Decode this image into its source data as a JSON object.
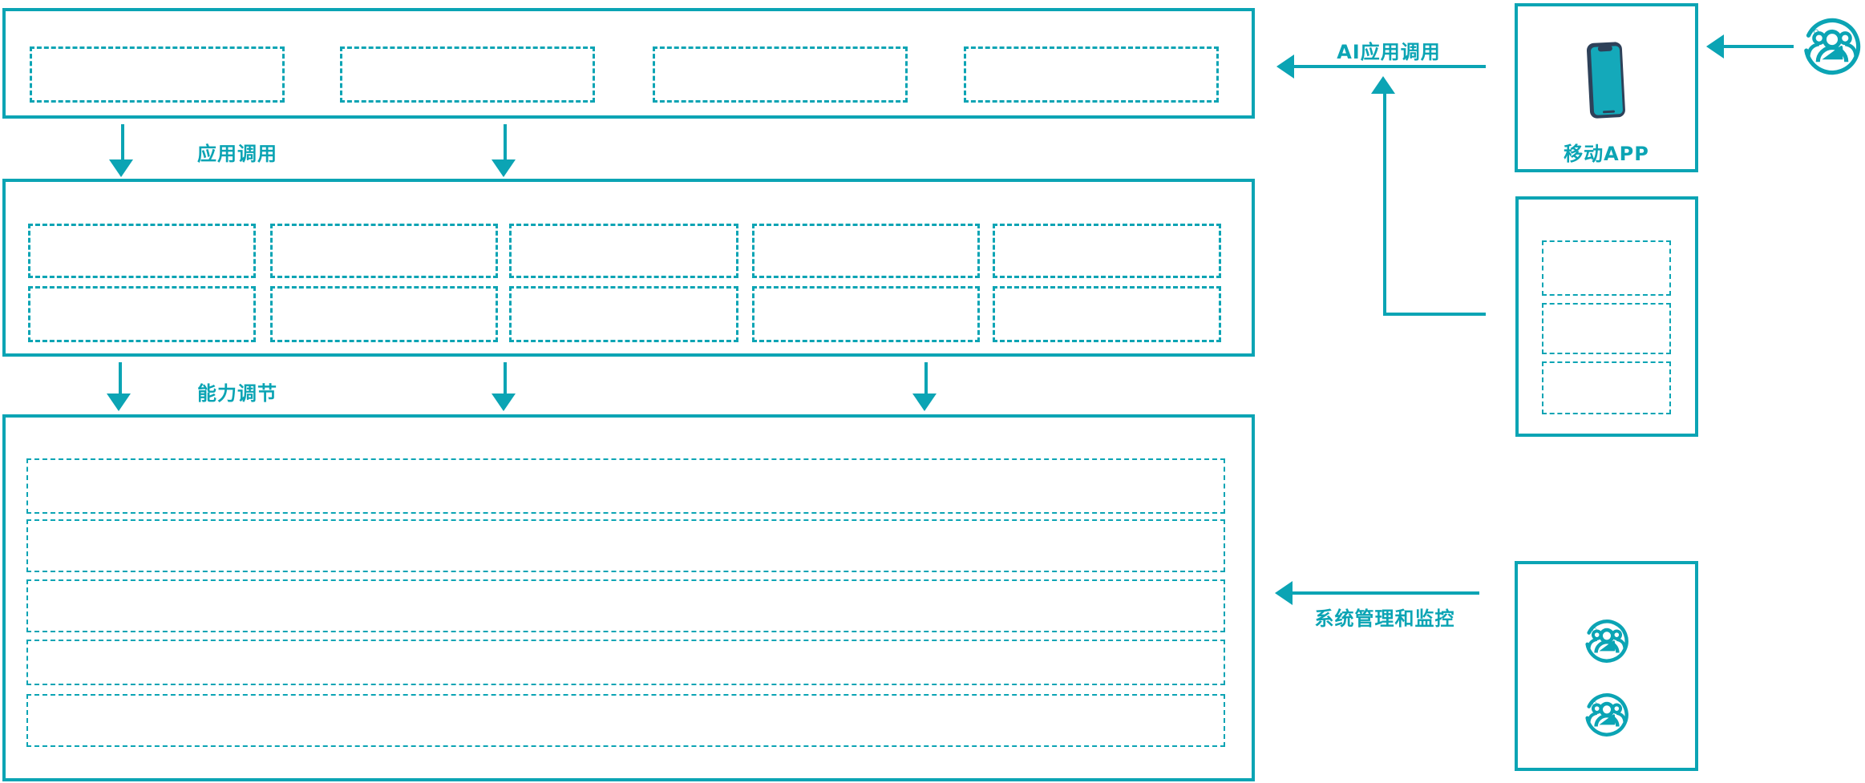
{
  "colors": {
    "accent": "#0ba4b4",
    "phone_frame": "#2e4159",
    "phone_screen": "#14a9ba"
  },
  "labels": {
    "app_call": "应用调用",
    "capability_adjust": "能力调节",
    "ai_app_call": "AI应用调用",
    "mobile_app": "移动APP",
    "system_monitor": "系统管理和监控"
  },
  "icons": {
    "mobile_app_icon": "smartphone-icon",
    "top_right_icon": "user-group-icon",
    "admin_icons": [
      "user-group-icon",
      "user-group-icon"
    ]
  }
}
